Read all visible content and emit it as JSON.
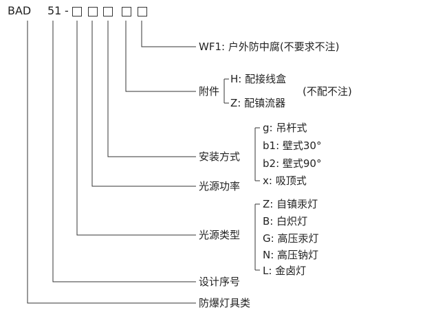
{
  "code": {
    "prefix": "BAD",
    "number": "51",
    "dash": "-"
  },
  "fields": {
    "category": "防爆灯具类",
    "design_no": "设计序号",
    "source_type": {
      "label": "光源类型",
      "options": [
        "Z: 自镇汞灯",
        "B: 白炽灯",
        "G: 高压汞灯",
        "N: 高压钠灯",
        "L: 金卤灯"
      ]
    },
    "source_power": {
      "label": "光源功率"
    },
    "mounting": {
      "label": "安装方式",
      "options": [
        "g: 吊杆式",
        "b1: 壁式30°",
        "b2: 壁式90°",
        "x: 吸顶式"
      ]
    },
    "accessory": {
      "label": "附件",
      "options": [
        "H: 配接线盒",
        "Z: 配镇流器"
      ],
      "note": "(不配不注)"
    },
    "anticorrosion": {
      "label": "WF1: 户外防中腐(不要求不注)"
    }
  }
}
